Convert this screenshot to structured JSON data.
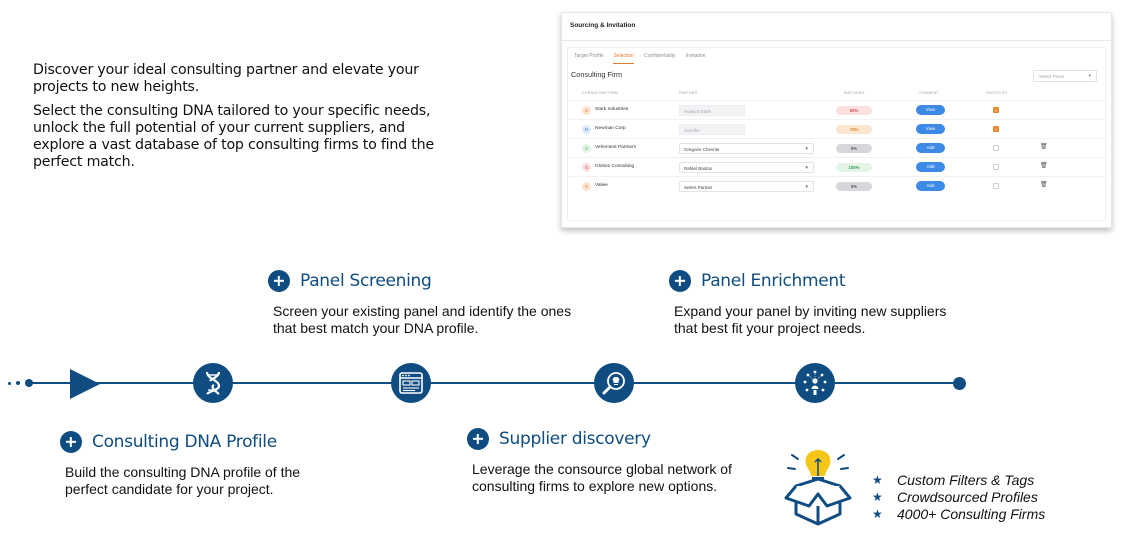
{
  "intro": {
    "headline": "Discover your ideal consulting partner and elevate your projects to new heights.",
    "body": "Select the consulting DNA tailored to your specific needs, unlock the full potential of your current suppliers, and explore a vast database of top consulting firms to find the perfect match."
  },
  "app": {
    "title": "Sourcing & Invitation",
    "tabs": [
      "Target Profile",
      "Selection",
      "Confidentiality",
      "Invitation"
    ],
    "active_tab": "Selection",
    "section_title": "Consulting Firm",
    "select_placeholder": "Select Firms",
    "columns": [
      "CONSULTING FIRM",
      "PARTNER",
      "MATCHING",
      "COMMENT",
      "SHORTLIST"
    ],
    "rows": [
      {
        "initial": "S",
        "firm": "Stark Industries",
        "partner": "Howard Stark",
        "matching": "50%",
        "action": "View",
        "shortlisted": true,
        "editable": false,
        "avatar_color": "#fde3cf",
        "avatar_text": "#d9773a",
        "match_bg": "#fde0e0",
        "match_fg": "#d9534f"
      },
      {
        "initial": "N",
        "firm": "Newman Corp",
        "partner": "Jennifer",
        "matching": "75%",
        "action": "View",
        "shortlisted": true,
        "editable": false,
        "avatar_color": "#dde9fb",
        "avatar_text": "#4a7fd4",
        "match_bg": "#fde6cf",
        "match_fg": "#e0883a"
      },
      {
        "initial": "V",
        "firm": "Vehement Partners",
        "partner": "Gregoire Chevrier",
        "matching": "0%",
        "action": "Add",
        "shortlisted": false,
        "editable": true,
        "avatar_color": "#dff3e4",
        "avatar_text": "#46a35e",
        "match_bg": "#d5d7da",
        "match_fg": "#555"
      },
      {
        "initial": "G",
        "firm": "Globex Consulting",
        "partner": "Rafael Bastos",
        "matching": "100%",
        "action": "Add",
        "shortlisted": false,
        "editable": true,
        "avatar_color": "#fbe0e0",
        "avatar_text": "#d45050",
        "match_bg": "#e2f5e6",
        "match_fg": "#3a9a52"
      },
      {
        "initial": "V",
        "firm": "Valiee",
        "partner": "Select Partner",
        "matching": "0%",
        "action": "Add",
        "shortlisted": false,
        "editable": true,
        "avatar_color": "#fde3cf",
        "avatar_text": "#d9773a",
        "match_bg": "#d5d7da",
        "match_fg": "#555"
      }
    ]
  },
  "steps": {
    "panel_screening": {
      "title": "Panel Screening",
      "desc": "Screen your existing panel and identify the ones that best match your DNA profile."
    },
    "panel_enrichment": {
      "title": "Panel Enrichment",
      "desc": "Expand your panel by inviting new suppliers that best fit your project needs."
    },
    "dna_profile": {
      "title": "Consulting DNA Profile",
      "desc": "Build the consulting DNA profile of the perfect candidate for your project."
    },
    "supplier_discovery": {
      "title": "Supplier discovery",
      "desc": "Leverage the consource global network of consulting firms to explore new options."
    }
  },
  "timeline": {
    "icons": [
      "dna-icon",
      "dashboard-icon",
      "search-idea-icon",
      "network-people-icon"
    ]
  },
  "features": [
    "Custom Filters & Tags",
    "Crowdsourced Profiles",
    "4000+ Consulting Firms"
  ],
  "colors": {
    "brand": "#0f4c81",
    "accent": "#e07b39",
    "button": "#3d8ae6",
    "bulb": "#f5c518"
  }
}
